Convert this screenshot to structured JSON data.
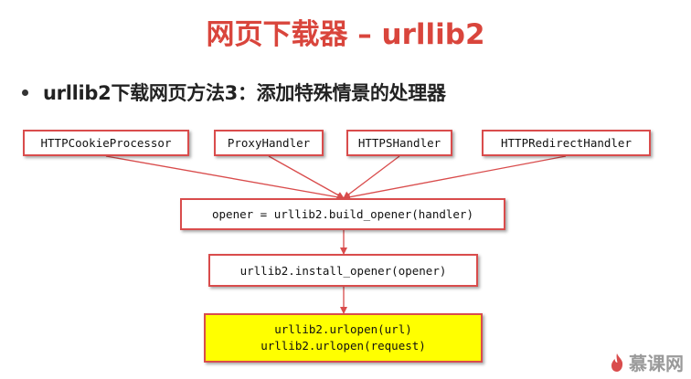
{
  "title": "网页下载器 – urllib2",
  "bullet": {
    "text": "urllib2下载网页方法3：添加特殊情景的处理器"
  },
  "diagram": {
    "handlers": [
      "HTTPCookieProcessor",
      "ProxyHandler",
      "HTTPSHandler",
      "HTTPRedirectHandler"
    ],
    "build_opener": "opener = urllib2.build_opener(handler)",
    "install_opener": "urllib2.install_opener(opener)",
    "urlopen_lines": [
      "urllib2.urlopen(url)",
      "urllib2.urlopen(request)"
    ],
    "colors": {
      "border": "#d94c4c",
      "arrow": "#d94c4c",
      "highlight": "#ffff00"
    }
  },
  "watermark": {
    "text": "慕课网",
    "icon": "flame-icon"
  }
}
